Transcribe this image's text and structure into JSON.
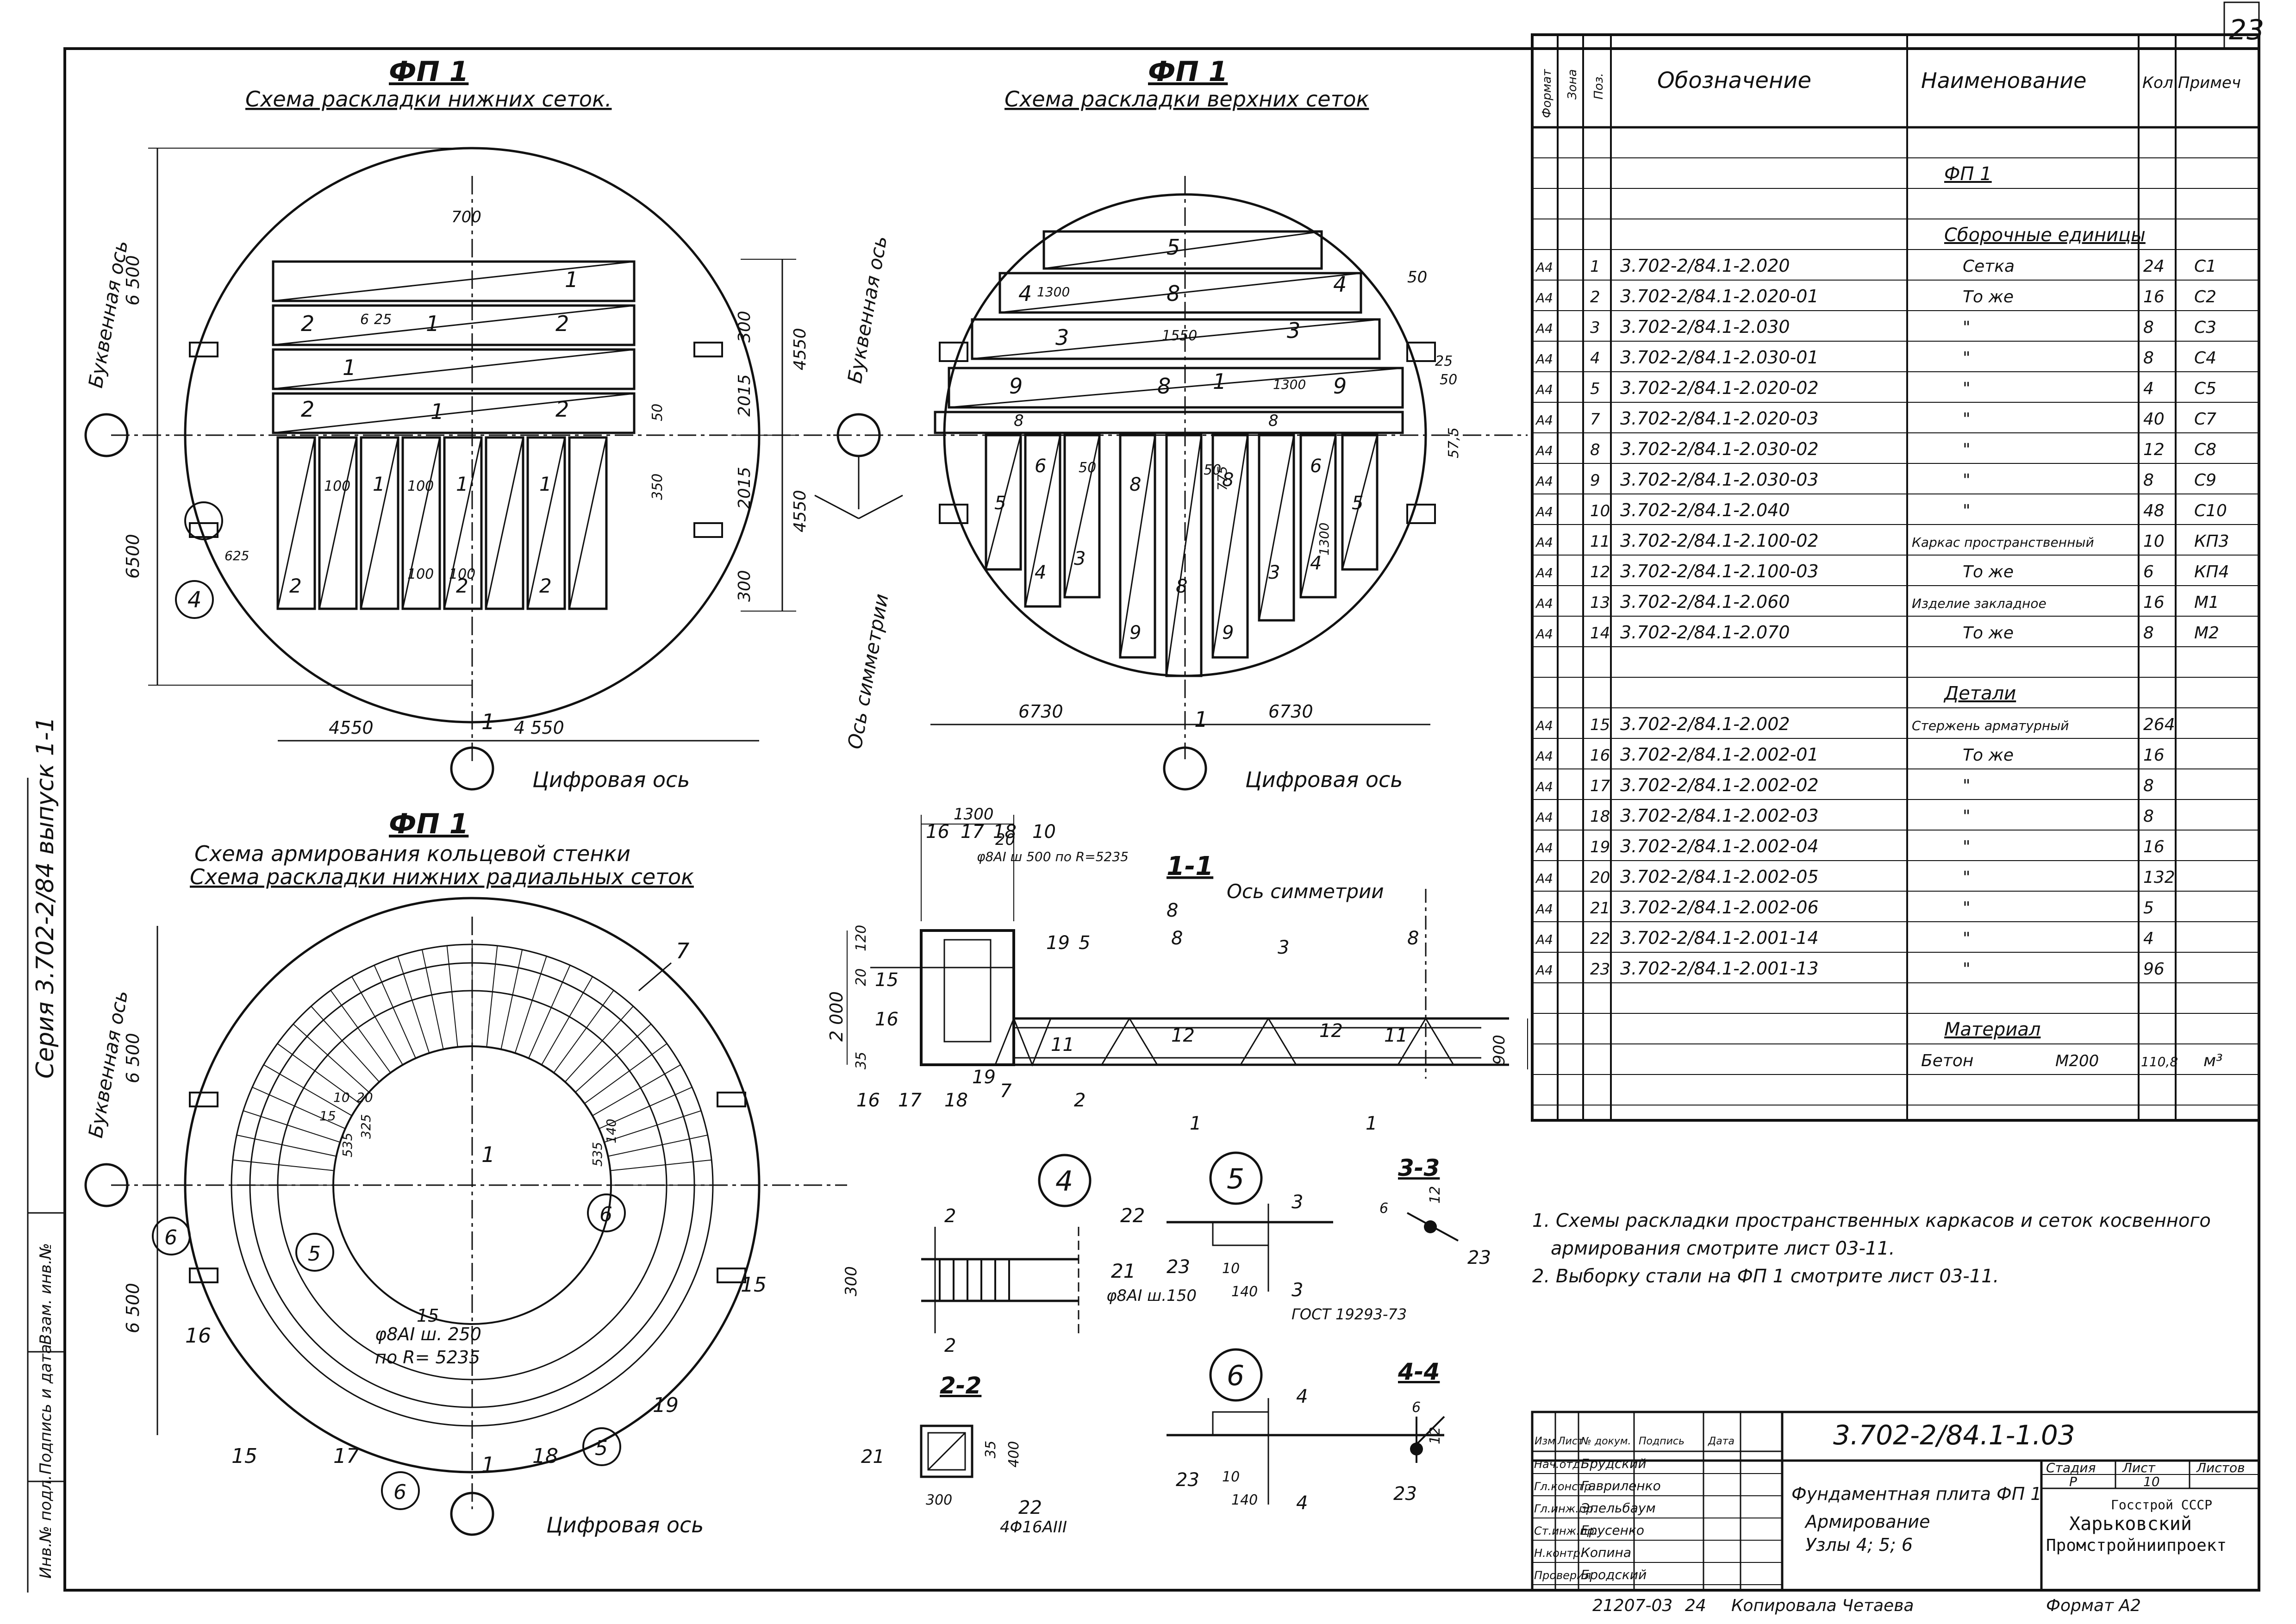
{
  "sheet_number": "23",
  "side_stamp": {
    "series": "Серия 3.702-2/84 выпуск 1-1",
    "inv": "Инв.№ подл.",
    "sign_date": "Подпись и дата",
    "vzam": "Взам. инв.№"
  },
  "view_top_left": {
    "title": "ФП 1",
    "subtitle": "Схема раскладки нижних сеток.",
    "axis_letter": "Буквенная ось",
    "axis_digit": "Цифровая ось",
    "dims": {
      "d700": "700",
      "d6500a": "6 500",
      "d6500b": "6500",
      "d300a": "300",
      "d4550a": "4550",
      "d2015a": "2015",
      "d350": "350",
      "d2015b": "2015",
      "d4550b": "4550",
      "d300b": "300",
      "d50": "50",
      "d4550c": "4550",
      "d4550d": "4 550",
      "d625": "625",
      "d100": "100",
      "sec": "1",
      "callout": "4"
    },
    "labels": {
      "l1": "1",
      "l2": "2",
      "l6": "6",
      "l25": "25"
    }
  },
  "view_top_mid": {
    "title": "ФП 1",
    "subtitle": "Схема раскладки верхних сеток",
    "axis_letter": "Буквенная ось",
    "axis_sym": "Ось симметрии",
    "axis_digit": "Цифровая ось",
    "dims": {
      "d6730a": "6730",
      "d6730b": "6730",
      "d50a": "50",
      "d25": "25",
      "d50b": "50",
      "d575": "57,5",
      "d1300a": "1300",
      "d1550": "1550",
      "d1300b": "1300",
      "d1300c": "1300",
      "d775": "775",
      "sec": "1"
    },
    "labels": {
      "n5": "5",
      "n4": "4",
      "n8": "8",
      "n3": "3",
      "n9": "9",
      "n1": "1",
      "n6": "6",
      "n50": "50"
    }
  },
  "view_bottom_left": {
    "title": "ФП 1",
    "subtitle1": "Схема армирования кольцевой стенки",
    "subtitle2": "Схема раскладки нижних радиальных сеток",
    "axis_letter": "Буквенная ось",
    "axis_digit": "Цифровая ось",
    "dims": {
      "d6500a": "6 500",
      "d6500b": "6 500",
      "d535a": "535",
      "d325": "325",
      "d535b": "535",
      "d140": "140",
      "d15": "15",
      "d10": "10",
      "d20": "20",
      "note1": "φ8AI ш. 250",
      "note2": "по R= 5235"
    },
    "labels": {
      "n7": "7",
      "n6a": "6",
      "n6b": "6",
      "n6c": "6",
      "n5a": "5",
      "n5b": "5",
      "n15a": "15",
      "n15b": "15",
      "n15c": "15",
      "n16": "16",
      "n17": "17",
      "n18": "18",
      "n19": "19",
      "sec": "1"
    }
  },
  "section_1_1": {
    "title": "1-1",
    "axis_sym": "Ось симметрии",
    "dims": {
      "d1300": "1300",
      "d20": "20",
      "d120": "120",
      "d20b": "20",
      "d2000": "2 000",
      "d35": "35",
      "d900": "900",
      "note": "φ8AI ш 500 по R=5235"
    },
    "labels": [
      "16",
      "17",
      "18",
      "10",
      "15",
      "16",
      "19",
      "5",
      "8",
      "8",
      "3",
      "8",
      "11",
      "12",
      "12",
      "11",
      "16",
      "17",
      "18",
      "19",
      "7",
      "2",
      "1",
      "1"
    ]
  },
  "node4": {
    "title": "4",
    "labels": {
      "n22": "22",
      "n21": "21",
      "d300": "300",
      "sec": "2",
      "note": "φ8AI ш.150"
    }
  },
  "node5": {
    "title": "5",
    "labels": {
      "n3": "3",
      "n23": "23",
      "d10": "10",
      "d140": "140",
      "gost": "ГОСТ 19293-73"
    }
  },
  "node6": {
    "title": "6",
    "labels": {
      "n4": "4",
      "n23": "23",
      "d10": "10",
      "d140": "140"
    }
  },
  "sec_3_3": {
    "title": "3-3",
    "labels": {
      "n6": "6",
      "n12": "12",
      "n23": "23"
    }
  },
  "sec_4_4": {
    "title": "4-4",
    "labels": {
      "n6": "6",
      "n12": "12",
      "n23": "23"
    }
  },
  "sec_2_2": {
    "title": "2-2",
    "labels": {
      "n21": "21",
      "d35": "35",
      "d400": "400",
      "d300": "300",
      "n22": "22",
      "note": "4Φ16АIII"
    }
  },
  "spec": {
    "headers": {
      "format": "Формат",
      "zone": "Зона",
      "pos": "Поз.",
      "designation": "Обозначение",
      "name": "Наименование",
      "qty": "Кол",
      "note": "Примеч"
    },
    "group_title": "ФП 1",
    "section_assemblies": "Сборочные единицы",
    "rows_assemblies": [
      {
        "f": "А4",
        "p": "1",
        "d": "3.702-2/84.1-2.020",
        "n": "Сетка",
        "q": "24",
        "r": "С1"
      },
      {
        "f": "А4",
        "p": "2",
        "d": "3.702-2/84.1-2.020-01",
        "n": "То же",
        "q": "16",
        "r": "С2"
      },
      {
        "f": "А4",
        "p": "3",
        "d": "3.702-2/84.1-2.030",
        "n": "\"",
        "q": "8",
        "r": "С3"
      },
      {
        "f": "А4",
        "p": "4",
        "d": "3.702-2/84.1-2.030-01",
        "n": "\"",
        "q": "8",
        "r": "С4"
      },
      {
        "f": "А4",
        "p": "5",
        "d": "3.702-2/84.1-2.020-02",
        "n": "\"",
        "q": "4",
        "r": "С5"
      },
      {
        "f": "А4",
        "p": "7",
        "d": "3.702-2/84.1-2.020-03",
        "n": "\"",
        "q": "40",
        "r": "С7"
      },
      {
        "f": "А4",
        "p": "8",
        "d": "3.702-2/84.1-2.030-02",
        "n": "\"",
        "q": "12",
        "r": "С8"
      },
      {
        "f": "А4",
        "p": "9",
        "d": "3.702-2/84.1-2.030-03",
        "n": "\"",
        "q": "8",
        "r": "С9"
      },
      {
        "f": "А4",
        "p": "10",
        "d": "3.702-2/84.1-2.040",
        "n": "\"",
        "q": "48",
        "r": "С10"
      },
      {
        "f": "А4",
        "p": "11",
        "d": "3.702-2/84.1-2.100-02",
        "n": "Каркас пространственный",
        "q": "10",
        "r": "КП3"
      },
      {
        "f": "А4",
        "p": "12",
        "d": "3.702-2/84.1-2.100-03",
        "n": "То же",
        "q": "6",
        "r": "КП4"
      },
      {
        "f": "А4",
        "p": "13",
        "d": "3.702-2/84.1-2.060",
        "n": "Изделие закладное",
        "q": "16",
        "r": "М1"
      },
      {
        "f": "А4",
        "p": "14",
        "d": "3.702-2/84.1-2.070",
        "n": "То же",
        "q": "8",
        "r": "М2"
      }
    ],
    "section_details": "Детали",
    "rows_details": [
      {
        "f": "А4",
        "p": "15",
        "d": "3.702-2/84.1-2.002",
        "n": "Стержень арматурный",
        "q": "264",
        "r": ""
      },
      {
        "f": "А4",
        "p": "16",
        "d": "3.702-2/84.1-2.002-01",
        "n": "То же",
        "q": "16",
        "r": ""
      },
      {
        "f": "А4",
        "p": "17",
        "d": "3.702-2/84.1-2.002-02",
        "n": "\"",
        "q": "8",
        "r": ""
      },
      {
        "f": "А4",
        "p": "18",
        "d": "3.702-2/84.1-2.002-03",
        "n": "\"",
        "q": "8",
        "r": ""
      },
      {
        "f": "А4",
        "p": "19",
        "d": "3.702-2/84.1-2.002-04",
        "n": "\"",
        "q": "16",
        "r": ""
      },
      {
        "f": "А4",
        "p": "20",
        "d": "3.702-2/84.1-2.002-05",
        "n": "\"",
        "q": "132",
        "r": ""
      },
      {
        "f": "А4",
        "p": "21",
        "d": "3.702-2/84.1-2.002-06",
        "n": "\"",
        "q": "5",
        "r": ""
      },
      {
        "f": "А4",
        "p": "22",
        "d": "3.702-2/84.1-2.001-14",
        "n": "\"",
        "q": "4",
        "r": ""
      },
      {
        "f": "А4",
        "p": "23",
        "d": "3.702-2/84.1-2.001-13",
        "n": "\"",
        "q": "96",
        "r": ""
      }
    ],
    "section_material": "Материал",
    "material_name": "Бетон",
    "material_grade": "М200",
    "material_qty": "110,8",
    "material_unit": "м³"
  },
  "notes": {
    "n1a": "1. Схемы раскладки пространственных каркасов и сеток косвенного",
    "n1b": "армирования смотрите лист 03-11.",
    "n2": "2. Выборку стали на ФП 1 смотрите лист 03-11."
  },
  "title_block": {
    "code": "3.702-2/84.1-1.03",
    "col_headers": [
      "Изм",
      "Лист",
      "№ докум.",
      "Подпись",
      "Дата"
    ],
    "people": [
      {
        "role": "Нач.отд.",
        "name": "Брудский"
      },
      {
        "role": "Гл.констр",
        "name": "Гавриленко"
      },
      {
        "role": "Гл.инж.пр.",
        "name": "Эпельбаум"
      },
      {
        "role": "Ст.инж.пр.",
        "name": "Ерусенко"
      },
      {
        "role": "Н.контр.",
        "name": "Копина"
      },
      {
        "role": "Проверил",
        "name": "Бродский"
      }
    ],
    "desc1": "Фундаментная плита ФП 1",
    "desc2": "Армирование",
    "desc3": "Узлы 4; 5; 6",
    "stage_h": "Стадия",
    "sheet_h": "Лист",
    "sheets_h": "Листов",
    "stage": "Р",
    "sheet": "10",
    "org1": "Госстрой СССР",
    "org2": "Харьковский",
    "org3": "Промстройниипроект",
    "footer_left": "21207-03",
    "footer_num": "24",
    "footer_copy": "Копировала Четаева",
    "footer_format": "Формат А2"
  }
}
